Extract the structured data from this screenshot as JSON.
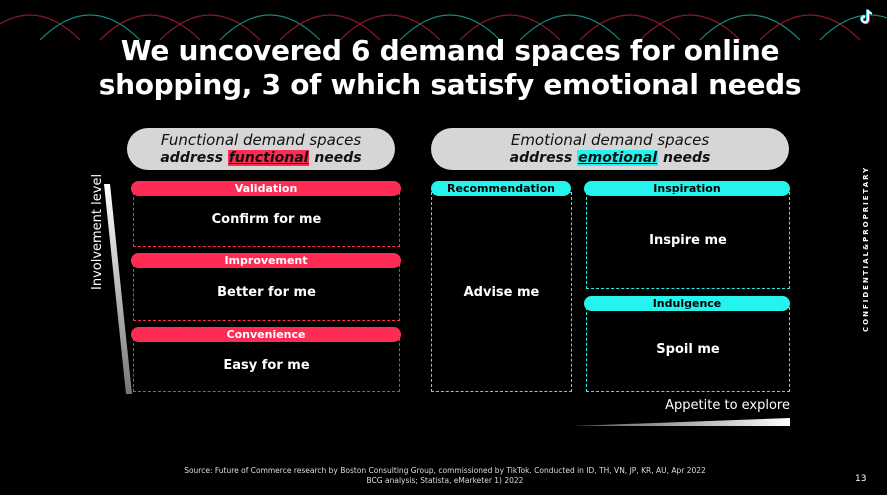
{
  "title": {
    "line1": "We uncovered 6 demand spaces for online",
    "line2": "shopping, 3 of which satisfy emotional needs"
  },
  "functional_pill": {
    "line1": "Functional demand spaces",
    "prefix": "address",
    "highlight": "functional",
    "suffix": "needs"
  },
  "emotional_pill": {
    "line1": "Emotional demand spaces",
    "prefix": "address",
    "highlight": "emotional",
    "suffix": "needs"
  },
  "functional_spaces": [
    {
      "tag": "Validation",
      "text": "Confirm for me"
    },
    {
      "tag": "Improvement",
      "text": "Better for me"
    },
    {
      "tag": "Convenience",
      "text": "Easy for me"
    }
  ],
  "emotional_spaces": [
    {
      "tag": "Recommendation",
      "text": "Advise me"
    },
    {
      "tag": "Inspiration",
      "text": "Inspire me"
    },
    {
      "tag": "Indulgence",
      "text": "Spoil me"
    }
  ],
  "y_axis_label": "Involvement level",
  "x_axis_label": "Appetite to explore",
  "side_label": "CONFIDENTIAL&PROPRIETARY",
  "source": {
    "line1": "Source: Future of Commerce research by Boston Consulting Group, commissioned by TikTok. Conducted in ID, TH, VN, JP, KR, AU, Apr 2022",
    "line2": "BCG analysis; Statista, eMarketer 1) 2022"
  },
  "page_number": "13",
  "colors": {
    "red": "#fe2c55",
    "cyan": "#25f4ee",
    "pill": "#d6d6d6"
  },
  "icons": {
    "logo": "tiktok-logo-icon"
  }
}
